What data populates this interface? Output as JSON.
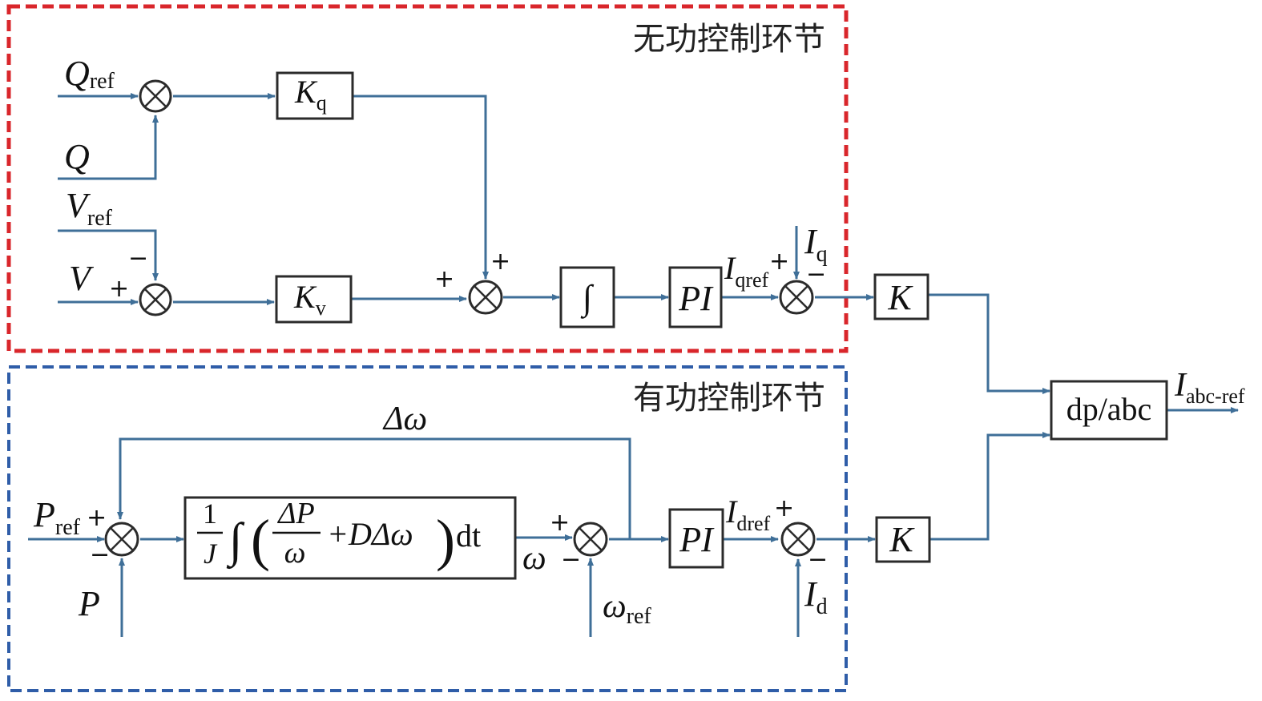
{
  "sections": {
    "reactive": {
      "title": "无功控制环节",
      "color": "#d9262b"
    },
    "active": {
      "title": "有功控制环节",
      "color": "#2f5da8"
    }
  },
  "signals": {
    "q_ref": {
      "main": "Q",
      "sub": "ref"
    },
    "q": {
      "main": "Q"
    },
    "v_ref": {
      "main": "V",
      "sub": "ref"
    },
    "v": {
      "main": "V"
    },
    "i_qref": {
      "main": "I",
      "sub": "qref"
    },
    "i_q": {
      "main": "I",
      "sub": "q"
    },
    "p_ref": {
      "main": "P",
      "sub": "ref"
    },
    "p": {
      "main": "P"
    },
    "delta_omega": {
      "main": "Δω"
    },
    "omega": {
      "main": "ω"
    },
    "omega_ref": {
      "main": "ω",
      "sub": "ref"
    },
    "i_dref": {
      "main": "I",
      "sub": "dref"
    },
    "i_d": {
      "main": "I",
      "sub": "d"
    },
    "i_abc_ref": {
      "main": "I",
      "sub": "abc-ref"
    }
  },
  "blocks": {
    "kq": {
      "main": "K",
      "sub": "q"
    },
    "kv": {
      "main": "K",
      "sub": "v"
    },
    "integrator": "∫",
    "pi_q": "PI",
    "pi_d": "PI",
    "k_q": "K",
    "k_d": "K",
    "dq_abc": "dp/abc",
    "swing": {
      "num1": "1",
      "den1": "J",
      "integral": "∫",
      "lparen": "(",
      "num2": "ΔP",
      "den2": "ω",
      "term": "+DΔω",
      "rparen": ")",
      "dt": "dt"
    }
  },
  "signs": {
    "plus": "+",
    "minus": "−"
  }
}
